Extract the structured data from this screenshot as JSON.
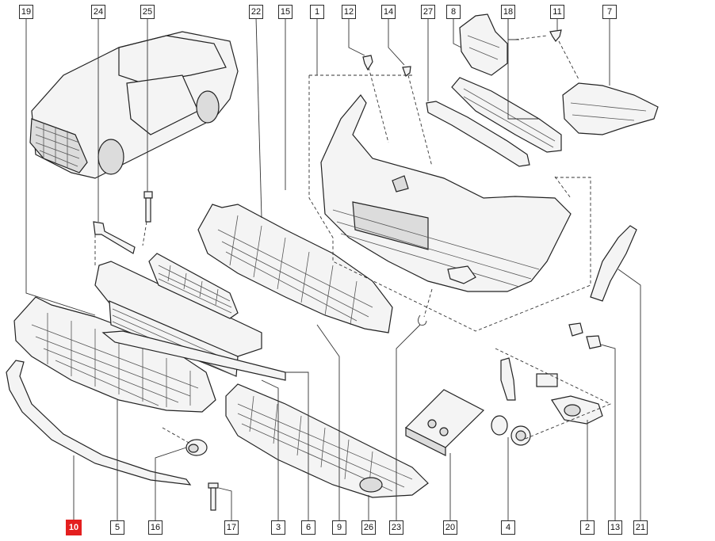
{
  "callouts": {
    "top": [
      "19",
      "24",
      "25",
      "22",
      "15",
      "1",
      "12",
      "14",
      "27",
      "8",
      "18",
      "11",
      "7"
    ],
    "bottom": [
      "10",
      "5",
      "16",
      "17",
      "3",
      "6",
      "9",
      "26",
      "23",
      "20",
      "4",
      "2",
      "13",
      "21"
    ],
    "highlighted": "10"
  },
  "colors": {
    "highlight": "#e41f1f",
    "line": "#222222",
    "fill": "#f4f4f4"
  }
}
